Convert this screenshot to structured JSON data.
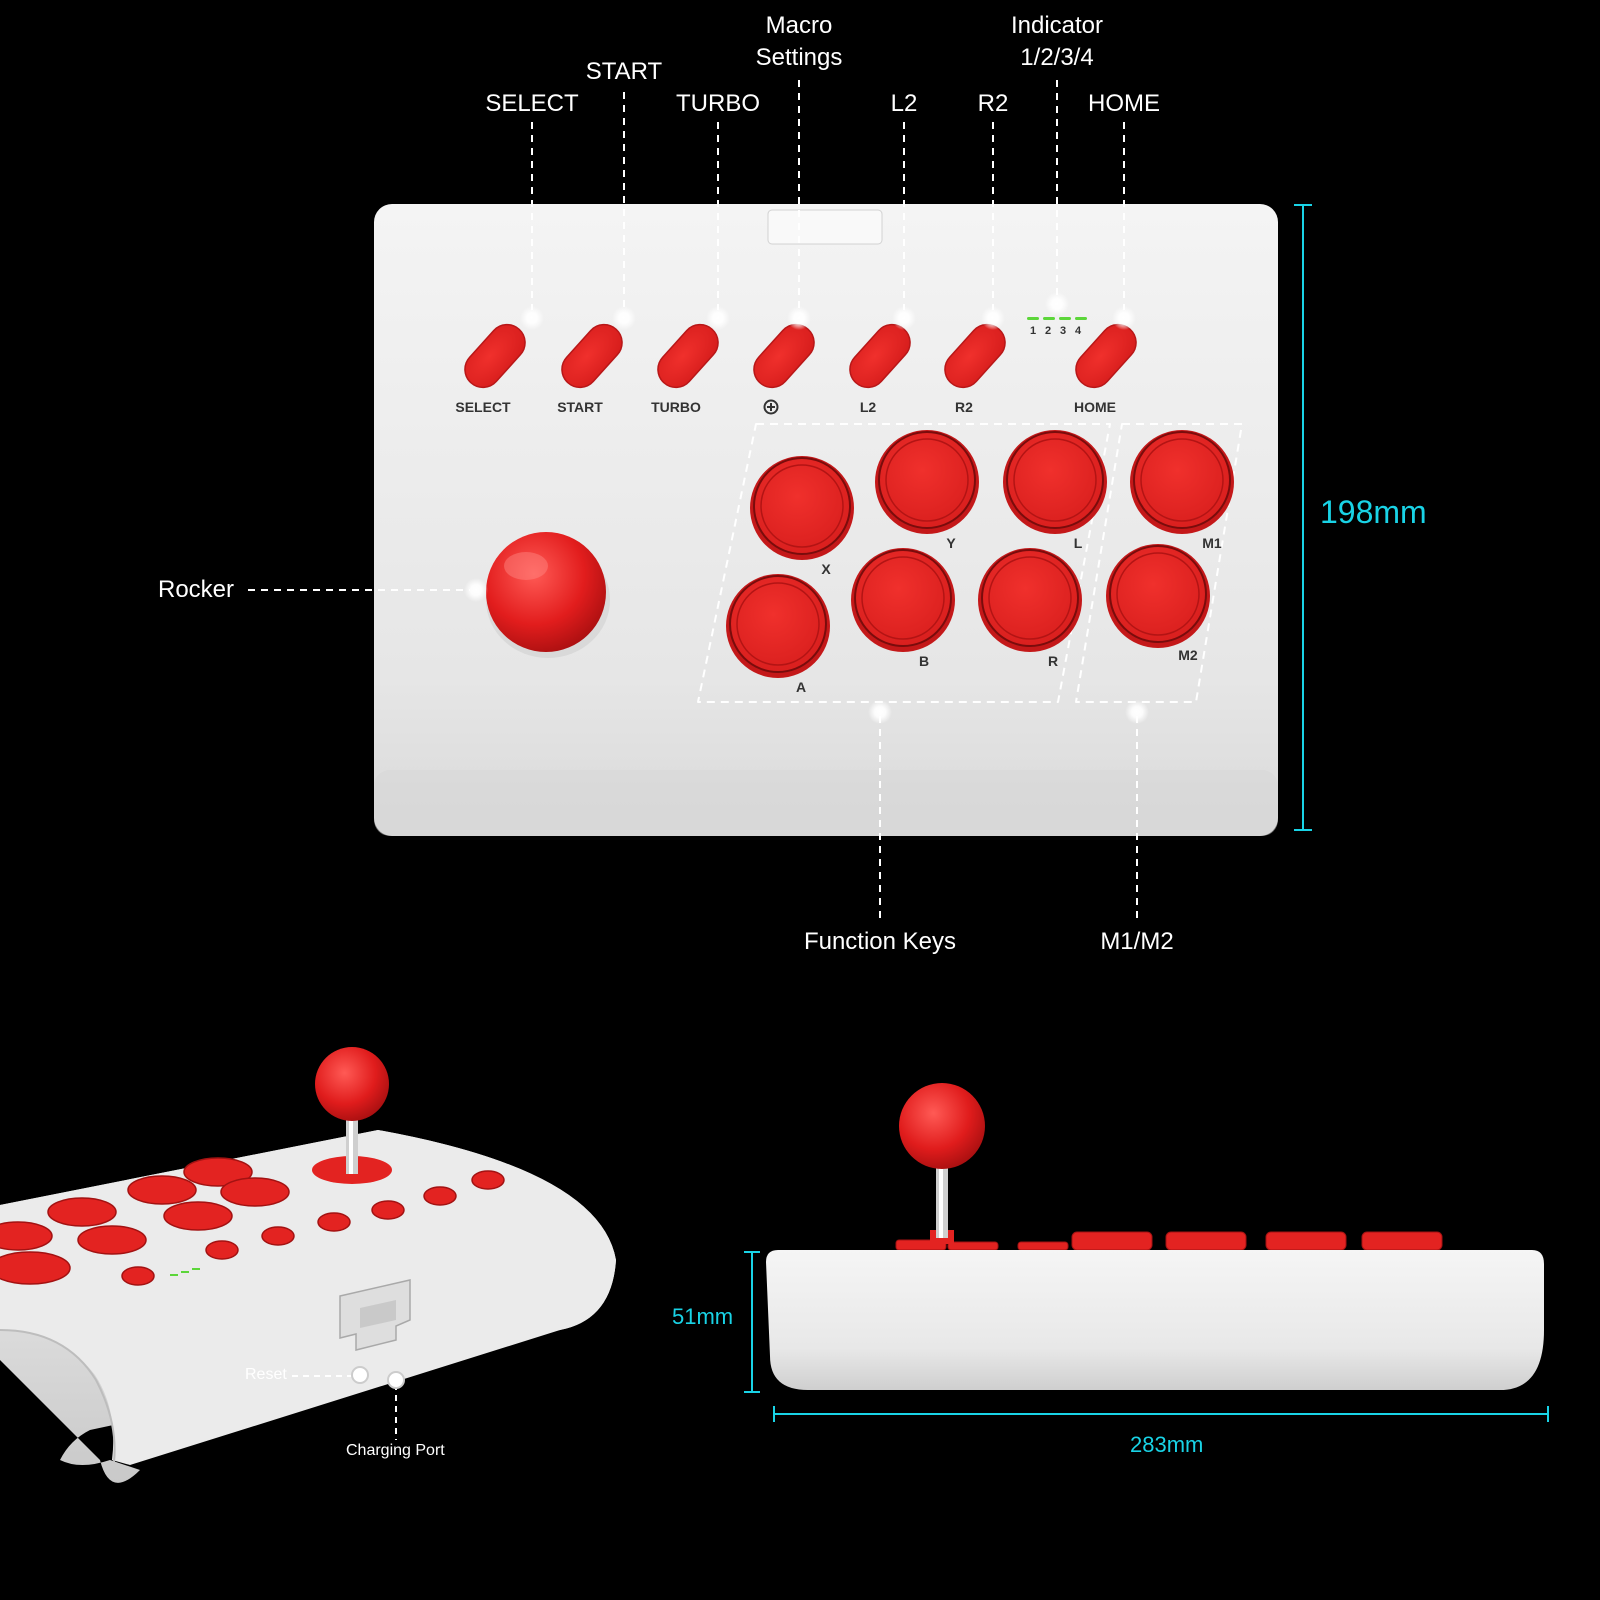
{
  "callouts": {
    "select": "SELECT",
    "start": "START",
    "turbo": "TURBO",
    "macro_line1": "Macro",
    "macro_line2": "Settings",
    "l2": "L2",
    "r2": "R2",
    "indicator_line1": "Indicator",
    "indicator_line2": "1/2/3/4",
    "home": "HOME",
    "rocker": "Rocker",
    "function_keys": "Function Keys",
    "m1m2": "M1/M2",
    "reset": "Reset",
    "charging_port": "Charging Port"
  },
  "panel_labels": {
    "select": "SELECT",
    "start": "START",
    "turbo": "TURBO",
    "l2": "L2",
    "r2": "R2",
    "home": "HOME",
    "x": "X",
    "y": "Y",
    "l": "L",
    "m1": "M1",
    "a": "A",
    "b": "B",
    "r": "R",
    "m2": "M2",
    "ind1": "1",
    "ind2": "2",
    "ind3": "3",
    "ind4": "4"
  },
  "dimensions": {
    "height": "198mm",
    "depth": "51mm",
    "width": "283mm"
  },
  "colors": {
    "background": "#000000",
    "body": "#e9e9e9",
    "button_red": "#e52524",
    "dimension_cyan": "#19d3e6",
    "indicator_green": "#5cd63a"
  }
}
